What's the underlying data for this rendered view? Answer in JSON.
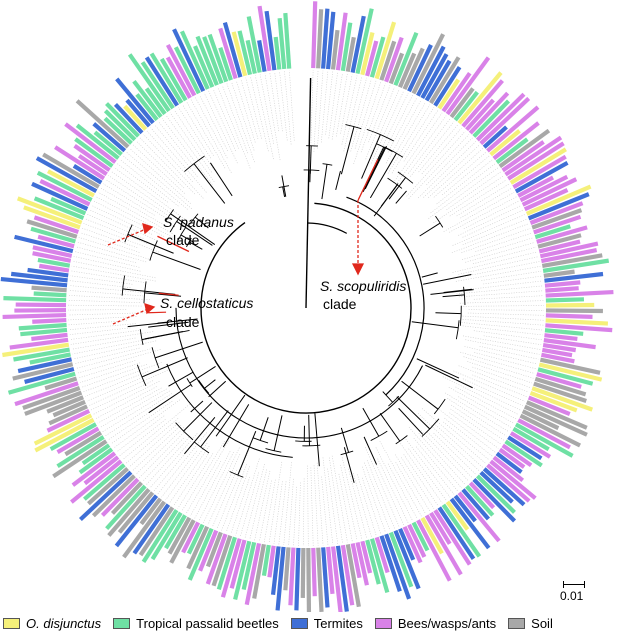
{
  "annotations": {
    "padanus": {
      "species": "S. padanus",
      "suffix": "clade"
    },
    "cellostaticus": {
      "species": "S. cellostaticus",
      "suffix": "clade"
    },
    "scopuliridis": {
      "species": "S. scopuliridis",
      "suffix": "clade"
    }
  },
  "scale_bar": {
    "label": "0.01"
  },
  "legend": [
    {
      "label": "O. disjunctus",
      "italic": true,
      "color": "#f5f07a"
    },
    {
      "label": "Tropical passalid beetles",
      "italic": false,
      "color": "#6fe0a4"
    },
    {
      "label": "Termites",
      "italic": false,
      "color": "#3f6fd6"
    },
    {
      "label": "Bees/wasps/ants",
      "italic": false,
      "color": "#d982e8"
    },
    {
      "label": "Soil",
      "italic": false,
      "color": "#a8a8a8"
    }
  ],
  "colors": {
    "highlight_branch": "#e0281c",
    "arrow": "#e0281c",
    "leader": "#c8c8c8",
    "branch": "#000000"
  }
}
